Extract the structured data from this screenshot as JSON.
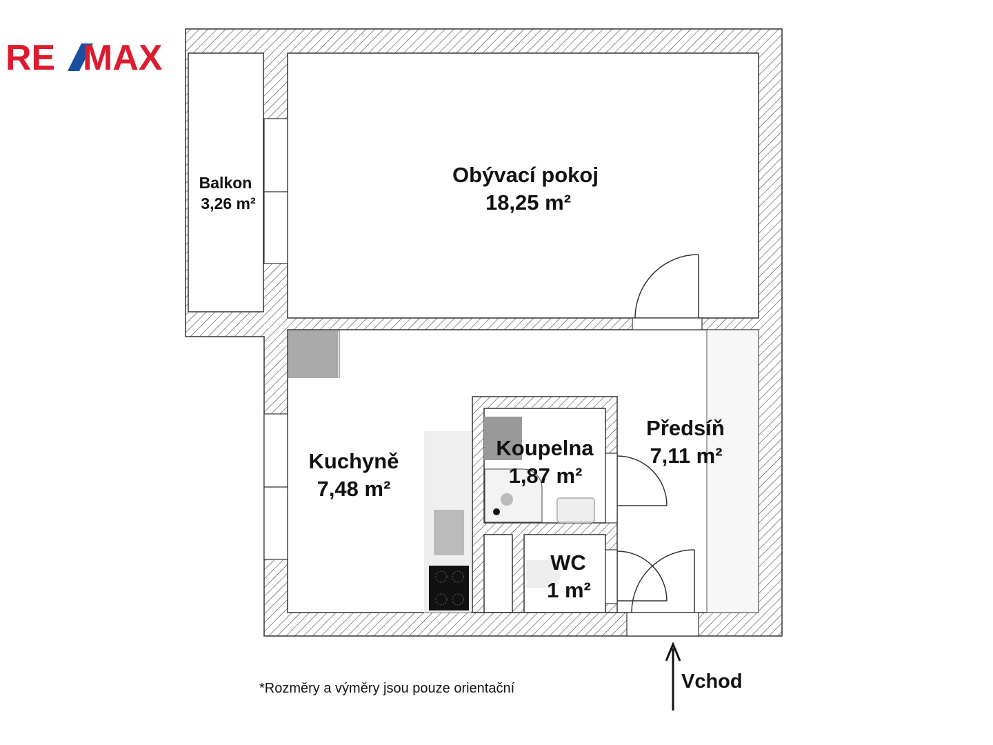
{
  "logo": {
    "left": "RE",
    "right": "MAX",
    "text": "RE/MAX",
    "red": "#dc1c2e",
    "blue": "#1a4fa0"
  },
  "rooms": {
    "balkon": {
      "name": "Balkon",
      "area": "3,26 m²"
    },
    "obyvaci": {
      "name": "Obývací pokoj",
      "area": "18,25 m²"
    },
    "kuchyne": {
      "name": "Kuchyně",
      "area": "7,48 m²"
    },
    "koupelna": {
      "name": "Koupelna",
      "area": "1,87 m²"
    },
    "predsin": {
      "name": "Předsíň",
      "area": "7,11 m²"
    },
    "wc": {
      "name": "WC",
      "area": "1 m²"
    }
  },
  "entrance": {
    "label": "Vchod"
  },
  "footnote": "*Rozměry a výměry jsou pouze orientační"
}
